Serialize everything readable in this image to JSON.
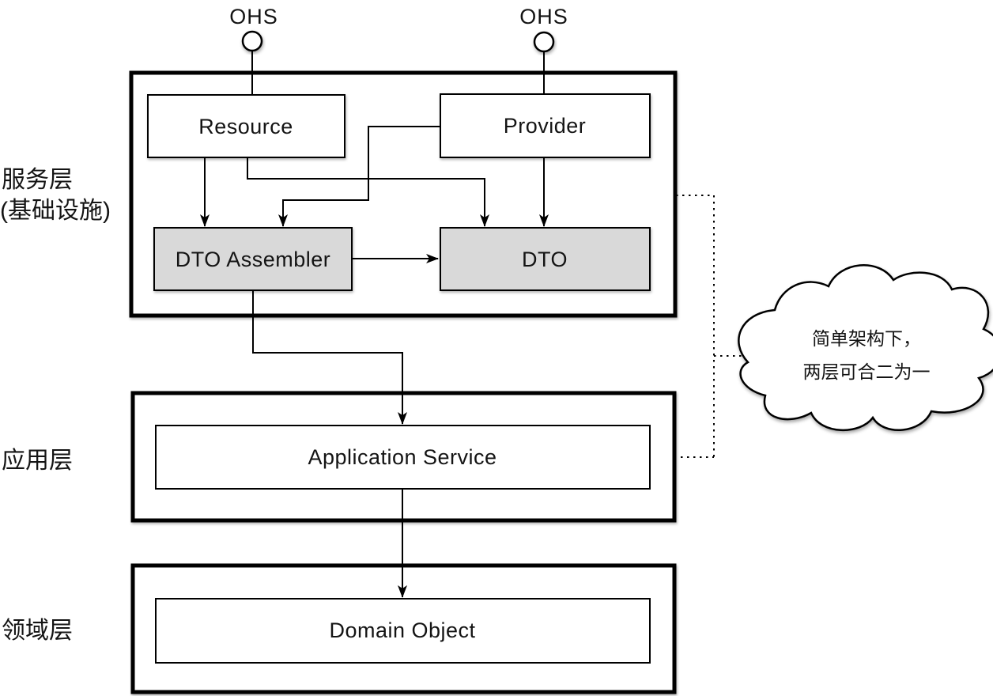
{
  "colors": {
    "background": "#ffffff",
    "box_gray_fill": "#d9d9d9",
    "line_stroke": "#000000"
  },
  "ohs": [
    {
      "label": "OHS"
    },
    {
      "label": "OHS"
    }
  ],
  "layers": [
    {
      "label_lines": [
        "服务层",
        "(基础设施)"
      ],
      "boxes": [
        {
          "label": "Resource"
        },
        {
          "label": "Provider"
        },
        {
          "label": "DTO Assembler"
        },
        {
          "label": "DTO"
        }
      ]
    },
    {
      "label_lines": [
        "应用层"
      ],
      "boxes": [
        {
          "label": "Application Service"
        }
      ]
    },
    {
      "label_lines": [
        "领域层"
      ],
      "boxes": [
        {
          "label": "Domain Object"
        }
      ]
    }
  ],
  "cloud_note": {
    "lines": [
      "简单架构下，",
      "两层可合二为一"
    ]
  }
}
